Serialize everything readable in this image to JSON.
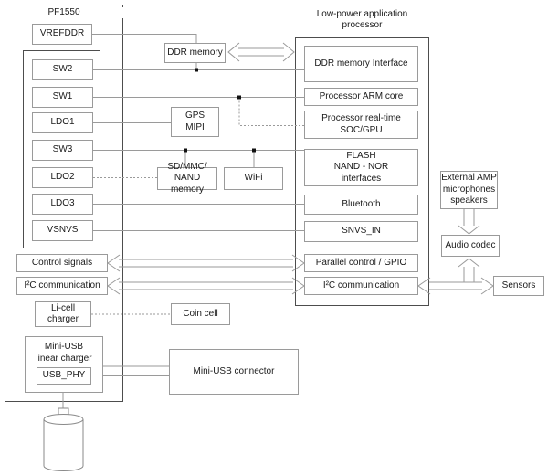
{
  "pf1550": {
    "title": "PF1550",
    "vrefddr": "VREFDDR",
    "sw2": "SW2",
    "sw1": "SW1",
    "ldo1": "LDO1",
    "sw3": "SW3",
    "ldo2": "LDO2",
    "ldo3": "LDO3",
    "vsnvs": "VSNVS",
    "control_signals": "Control signals",
    "i2c": "I²C communication",
    "licell_charger": "Li-cell\ncharger",
    "usb_charger": "Mini-USB\nlinear charger",
    "usb_phy": "USB_PHY"
  },
  "peripherals": {
    "ddr_memory": "DDR memory",
    "gps_mipi": "GPS\nMIPI",
    "sdmmc_nand": "SD/MMC/\nNAND memory",
    "wifi": "WiFi",
    "coin_cell": "Coin cell",
    "usb_connector": "Mini-USB connector"
  },
  "processor": {
    "title": "Low-power application\nprocessor",
    "ddr_interface": "DDR memory Interface",
    "arm_core": "Processor ARM core",
    "soc_gpu": "Processor real-time\nSOC/GPU",
    "flash": "FLASH\nNAND - NOR\ninterfaces",
    "bluetooth": "Bluetooth",
    "snvs_in": "SNVS_IN",
    "gpio": "Parallel control / GPIO",
    "i2c": "I²C communication"
  },
  "audio": {
    "ext_amp": "External AMP\nmicrophones\nspeakers",
    "codec": "Audio codec",
    "sensors": "Sensors"
  },
  "colors": {
    "frame_border": "#4d4d4d",
    "box_border": "#9a9a9a",
    "wire": "#9a9a9a",
    "text": "#1a1a1a"
  }
}
